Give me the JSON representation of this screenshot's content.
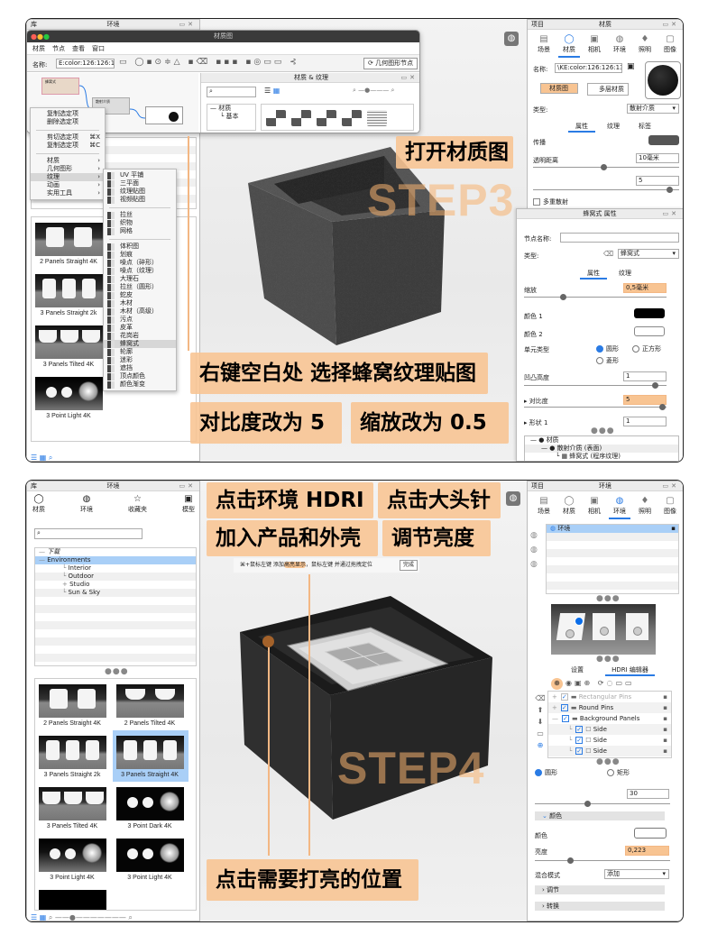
{
  "colors": {
    "accent": "#2a7be4",
    "annotation": "#f8c492",
    "step": "#f8b270"
  },
  "step3": {
    "step_label": "STEP3",
    "annotations": {
      "open_graph": "打开材质图",
      "scale": "缩放改为 0.5",
      "right_click": "右键空白处 选择蜂窝纹理贴图",
      "contrast": "对比度改为 5"
    },
    "library": {
      "title_left": "库",
      "title_center": "环境",
      "thumbs": [
        {
          "name": "2 Panels Straight 4K",
          "style": "panels2"
        },
        {
          "name": "3 Panels Straight 2k",
          "style": "panels3"
        },
        {
          "name": "3 Panels Tilted 4K",
          "style": "tilted3"
        },
        {
          "name": "3 Point Light 4K",
          "style": "points"
        }
      ]
    },
    "graph": {
      "title": "材质图",
      "menu": [
        "材质",
        "节点",
        "查看",
        "窗口"
      ],
      "name_label": "名称:",
      "name_value": "E:color:126:126:134",
      "geometry_button": "几何图形节点",
      "nodes": [
        "蜂窝式",
        "散射介质"
      ],
      "mat_panel": {
        "title": "材质 & 纹理",
        "tree": [
          "材质",
          "基本"
        ]
      }
    },
    "context_menu": {
      "items": [
        {
          "label": "复制选定项"
        },
        {
          "label": "删除选定项"
        },
        {
          "sep": true
        },
        {
          "label": "剪切选定项",
          "key": "⌘X"
        },
        {
          "label": "复制选定项",
          "key": "⌘C"
        },
        {
          "sep": true
        },
        {
          "label": "材质",
          "sub": true
        },
        {
          "label": "几何图形",
          "sub": true
        },
        {
          "label": "纹理",
          "sub": true,
          "hi": true
        },
        {
          "label": "动画",
          "sub": true
        },
        {
          "label": "实用工具",
          "sub": true
        }
      ]
    },
    "texture_menu": {
      "items": [
        {
          "label": "UV 平铺"
        },
        {
          "label": "三平面"
        },
        {
          "label": "纹理贴图"
        },
        {
          "label": "视频贴图"
        },
        {
          "sep": true
        },
        {
          "label": "拉丝"
        },
        {
          "label": "织物"
        },
        {
          "label": "网格"
        },
        {
          "sep": true
        },
        {
          "label": "体积图"
        },
        {
          "label": "划痕"
        },
        {
          "label": "噪点（碎形）"
        },
        {
          "label": "噪点（纹理）"
        },
        {
          "label": "大理石"
        },
        {
          "label": "拉丝（圆形）"
        },
        {
          "label": "蛇皮"
        },
        {
          "label": "木材"
        },
        {
          "label": "木材（高级）"
        },
        {
          "label": "污点"
        },
        {
          "label": "皮革"
        },
        {
          "label": "花岗岩"
        },
        {
          "label": "蜂窝式",
          "hi": true
        },
        {
          "label": "轮廓"
        },
        {
          "label": "迷彩"
        },
        {
          "label": "遮挡"
        },
        {
          "label": "顶点颜色"
        },
        {
          "label": "颜色渐变"
        }
      ]
    },
    "material_panel": {
      "title_left": "项目",
      "title_center": "材质",
      "tabs": [
        "场景",
        "材质",
        "相机",
        "环境",
        "照明",
        "图像"
      ],
      "name_label": "名称:",
      "name_value": "\\KE:color:126:126:134",
      "graph_button": "材质图",
      "multi_button": "多层材质",
      "type_label": "类型:",
      "type_value": "散射介质",
      "subtabs": [
        "属性",
        "纹理",
        "标签"
      ],
      "transmission": "传播",
      "distance_label": "透明距离",
      "distance_value": "10毫米",
      "field_value": "5",
      "multi_scatter": "多重散射"
    },
    "honeycomb": {
      "title": "蜂窝式 属性",
      "node_name_label": "节点名称:",
      "type_label": "类型:",
      "type_value": "蜂窝式",
      "subtabs": [
        "属性",
        "纹理"
      ],
      "scale_label": "缩放",
      "scale_value": "0,5毫米",
      "color1": "颜色 1",
      "color2": "颜色 2",
      "cell_type": "单元类型",
      "cell_options": [
        "圆形",
        "正方形",
        "菱形"
      ],
      "bump_label": "凹凸高度",
      "bump_value": "1",
      "contrast_label": "对比度",
      "contrast_value": "5",
      "shape_label": "形状 1",
      "shape_value": "1",
      "tree": [
        "材质",
        "散射介质 (表面)",
        "蜂窝式 (程序纹理)"
      ]
    }
  },
  "step4": {
    "step_label": "STEP4",
    "annotations": {
      "env_hdri": "点击环境 HDRI",
      "add_product": "加入产品和外壳",
      "pin": "点击大头针",
      "brightness": "调节亮度",
      "click_pos": "点击需要打亮的位置"
    },
    "library": {
      "title_left": "库",
      "title_center": "环境",
      "tabs": [
        "材质",
        "环境",
        "收藏夹",
        "模型"
      ],
      "tree": [
        {
          "label": "下载",
          "level": 0
        },
        {
          "label": "Environments",
          "level": 0,
          "selected": true
        },
        {
          "label": "Interior",
          "level": 1
        },
        {
          "label": "Outdoor",
          "level": 1
        },
        {
          "label": "Studio",
          "level": 1
        },
        {
          "label": "Sun & Sky",
          "level": 1
        }
      ],
      "thumbs": [
        {
          "name": "2 Panels Straight 4K",
          "style": "panels2"
        },
        {
          "name": "2 Panels Tilted 4K",
          "style": "tilted2"
        },
        {
          "name": "3 Panels Straight 2k",
          "style": "panels3"
        },
        {
          "name": "3 Panels Straight 4K",
          "style": "panels3",
          "selected": true
        },
        {
          "name": "3 Panels Tilted 4K",
          "style": "tilted3"
        },
        {
          "name": "3 Point Dark 4K",
          "style": "pointsdark"
        },
        {
          "name": "3 Point Light 4K",
          "style": "points"
        },
        {
          "name": "3 Point Light 4K",
          "style": "pointsdark"
        },
        {
          "name": "",
          "style": "dark"
        }
      ]
    },
    "hint": {
      "text_a": "⌘+鼠标左键 添加",
      "text_hl": "高亮显示",
      "text_b": "，鼠标左键 并通过拖拽定位",
      "done": "完成"
    },
    "env_panel": {
      "title_left": "项目",
      "title_center": "环境",
      "tabs": [
        "场景",
        "材质",
        "相机",
        "环境",
        "照明",
        "图像"
      ],
      "env_item": "环境",
      "subtabs": [
        "设置",
        "HDRI 编辑器"
      ],
      "layers": [
        {
          "label": "Rectangular Pins",
          "dim": true,
          "level": 0
        },
        {
          "label": "Round Pins",
          "level": 0
        },
        {
          "label": "Background Panels",
          "level": 0
        },
        {
          "label": "Side",
          "level": 1
        },
        {
          "label": "Side",
          "level": 1
        },
        {
          "label": "Side",
          "level": 1
        }
      ],
      "shape_options": [
        "圆形",
        "矩形"
      ],
      "size_value": "30",
      "color_section": "颜色",
      "color_label": "颜色",
      "brightness_label": "亮度",
      "brightness_value": "0,223",
      "blend_label": "混合模式",
      "blend_value": "添加",
      "adjust": "调节",
      "transform": "转换"
    }
  }
}
